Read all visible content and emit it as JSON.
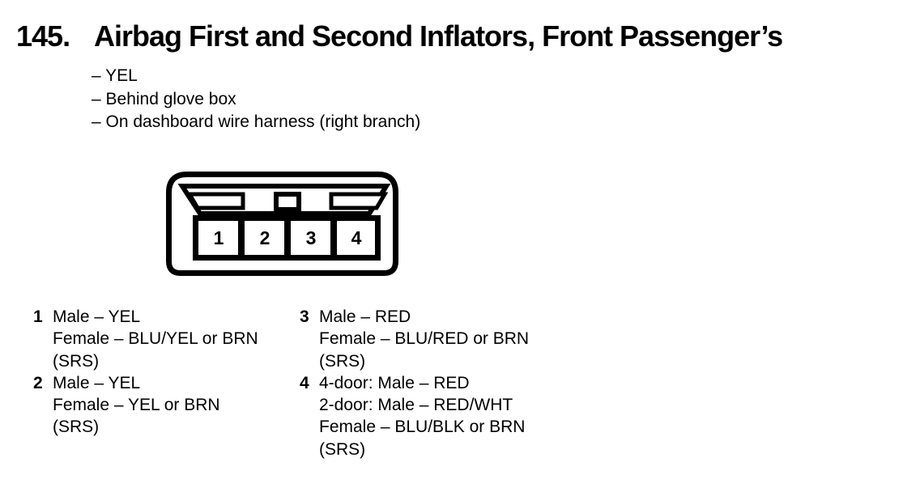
{
  "page": {
    "paper_color": "#ffffff",
    "ink_color": "#000000"
  },
  "header": {
    "number": "145.",
    "title": "Airbag First and Second Inflators, Front Passenger’s"
  },
  "details": [
    "– YEL",
    "– Behind glove box",
    "– On dashboard wire harness (right branch)"
  ],
  "connector": {
    "pins": [
      "1",
      "2",
      "3",
      "4"
    ]
  },
  "legend": {
    "left": [
      {
        "pin": "1",
        "lines": [
          "Male – YEL",
          "Female – BLU/YEL or BRN",
          "(SRS)"
        ]
      },
      {
        "pin": "2",
        "lines": [
          "Male – YEL",
          "Female – YEL or BRN",
          "(SRS)"
        ]
      }
    ],
    "right": [
      {
        "pin": "3",
        "lines": [
          "Male – RED",
          "Female – BLU/RED or BRN",
          "(SRS)"
        ]
      },
      {
        "pin": "4",
        "lines": [
          "4-door: Male – RED",
          "2-door: Male – RED/WHT",
          "Female – BLU/BLK or BRN",
          "(SRS)"
        ]
      }
    ]
  }
}
